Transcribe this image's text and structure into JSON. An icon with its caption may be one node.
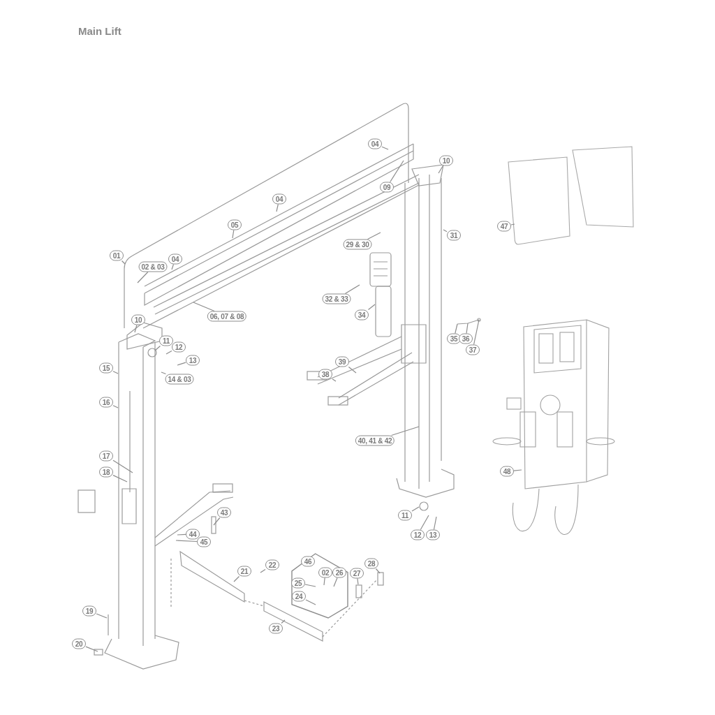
{
  "diagram": {
    "title": "Main Lift",
    "nodes": [
      {
        "text": [
          "01"
        ]
      },
      {
        "text": [
          "02 & 03"
        ]
      },
      {
        "text": [
          "04"
        ]
      },
      {
        "text": [
          "04"
        ]
      },
      {
        "text": [
          "04"
        ]
      },
      {
        "text": [
          "05"
        ]
      },
      {
        "text": [
          "06, 07 & 08"
        ]
      },
      {
        "text": [
          "09"
        ]
      },
      {
        "text": [
          "10"
        ]
      },
      {
        "text": [
          "10"
        ]
      },
      {
        "text": [
          "11"
        ]
      },
      {
        "text": [
          "12"
        ]
      },
      {
        "text": [
          "13"
        ]
      },
      {
        "text": [
          "14 & 03"
        ]
      },
      {
        "text": [
          "15"
        ]
      },
      {
        "text": [
          "16"
        ]
      },
      {
        "text": [
          "17"
        ]
      },
      {
        "text": [
          "18"
        ]
      },
      {
        "text": [
          "19"
        ]
      },
      {
        "text": [
          "20"
        ]
      },
      {
        "text": [
          "21"
        ]
      },
      {
        "text": [
          "22"
        ]
      },
      {
        "text": [
          "23"
        ]
      },
      {
        "text": [],
        "shape": "hexagon"
      },
      {
        "text": [
          "46"
        ],
        "in": 23
      },
      {
        "text": [
          "25"
        ],
        "in": 23
      },
      {
        "text": [
          "24"
        ],
        "in": 23
      },
      {
        "text": [
          "02"
        ],
        "in": 23
      },
      {
        "text": [
          "26"
        ],
        "in": 23
      },
      {
        "text": [
          "27"
        ]
      },
      {
        "text": [
          "28"
        ]
      },
      {
        "text": [
          "29 & 30"
        ]
      },
      {
        "text": [
          "31"
        ]
      },
      {
        "text": [
          "32 & 33"
        ]
      },
      {
        "text": [
          "34"
        ]
      },
      {
        "text": [
          "35"
        ]
      },
      {
        "text": [
          "36"
        ]
      },
      {
        "text": [
          "37"
        ]
      },
      {
        "text": [
          "38"
        ]
      },
      {
        "text": [
          "39"
        ]
      },
      {
        "text": [
          "40, 41 & 42"
        ]
      },
      {
        "text": [
          "43"
        ]
      },
      {
        "text": [
          "44"
        ]
      },
      {
        "text": [
          "45"
        ]
      },
      {
        "text": [
          "11"
        ]
      },
      {
        "text": [
          "12"
        ]
      },
      {
        "text": [
          "13"
        ]
      },
      {
        "text": [
          "47"
        ]
      },
      {
        "text": [
          "48"
        ]
      }
    ],
    "edges": [
      {
        "from": 0,
        "to": null,
        "arrow": "none"
      },
      {
        "from": 1,
        "to": null,
        "arrow": "none"
      },
      {
        "from": 2,
        "to": null,
        "arrow": "none"
      },
      {
        "from": 3,
        "to": null,
        "arrow": "none"
      },
      {
        "from": 4,
        "to": null,
        "arrow": "none"
      },
      {
        "from": 5,
        "to": null,
        "arrow": "none"
      },
      {
        "from": 6,
        "to": null,
        "arrow": "none"
      },
      {
        "from": 7,
        "to": null,
        "arrow": "none"
      },
      {
        "from": 8,
        "to": null,
        "arrow": "none"
      },
      {
        "from": 9,
        "to": null,
        "arrow": "none"
      },
      {
        "from": 10,
        "to": null,
        "arrow": "none"
      },
      {
        "from": 11,
        "to": null,
        "arrow": "none"
      },
      {
        "from": 12,
        "to": null,
        "arrow": "none"
      },
      {
        "from": 13,
        "to": null,
        "arrow": "none"
      },
      {
        "from": 14,
        "to": null,
        "arrow": "none"
      },
      {
        "from": 15,
        "to": null,
        "arrow": "none"
      },
      {
        "from": 16,
        "to": null,
        "arrow": "none"
      },
      {
        "from": 17,
        "to": null,
        "arrow": "none"
      },
      {
        "from": 18,
        "to": null,
        "arrow": "none"
      },
      {
        "from": 19,
        "to": null,
        "arrow": "none"
      },
      {
        "from": 20,
        "to": null,
        "arrow": "none"
      },
      {
        "from": 21,
        "to": null,
        "arrow": "none"
      },
      {
        "from": 22,
        "to": null,
        "arrow": "none"
      },
      {
        "from": 25,
        "to": null,
        "arrow": "none"
      },
      {
        "from": 26,
        "to": null,
        "arrow": "none"
      },
      {
        "from": 27,
        "to": null,
        "arrow": "none"
      },
      {
        "from": 28,
        "to": null,
        "arrow": "none"
      },
      {
        "from": 29,
        "to": null,
        "arrow": "none"
      },
      {
        "from": 30,
        "to": null,
        "arrow": "none"
      },
      {
        "from": 31,
        "to": null,
        "arrow": "none"
      },
      {
        "from": 32,
        "to": null,
        "arrow": "none"
      },
      {
        "from": 33,
        "to": null,
        "arrow": "none"
      },
      {
        "from": 34,
        "to": null,
        "arrow": "none"
      },
      {
        "from": 35,
        "to": null,
        "arrow": "none"
      },
      {
        "from": 36,
        "to": null,
        "arrow": "none"
      },
      {
        "from": 37,
        "to": null,
        "arrow": "none"
      },
      {
        "from": 38,
        "to": null,
        "arrow": "none"
      },
      {
        "from": 39,
        "to": null,
        "arrow": "none"
      },
      {
        "from": 40,
        "to": null,
        "arrow": "none"
      },
      {
        "from": 41,
        "to": null,
        "arrow": "none"
      },
      {
        "from": 42,
        "to": null,
        "arrow": "none"
      },
      {
        "from": 43,
        "to": null,
        "arrow": "none"
      },
      {
        "from": 44,
        "to": null,
        "arrow": "none"
      },
      {
        "from": 45,
        "to": null,
        "arrow": "none"
      },
      {
        "from": 46,
        "to": null,
        "arrow": "none"
      },
      {
        "from": 47,
        "to": null,
        "arrow": "none"
      },
      {
        "from": 48,
        "to": null,
        "arrow": "none"
      }
    ]
  }
}
